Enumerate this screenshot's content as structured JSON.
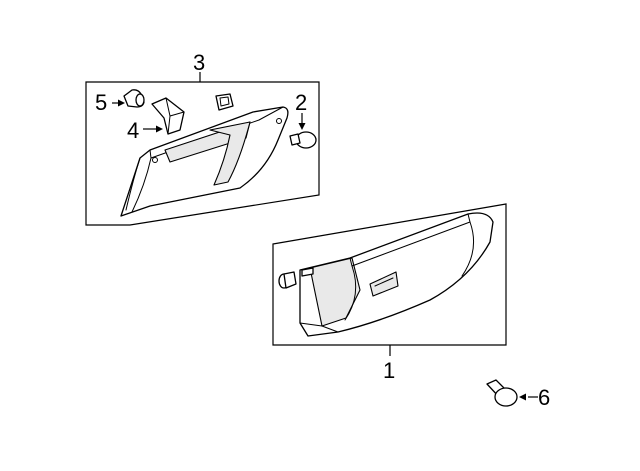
{
  "callouts": {
    "c1": "1",
    "c2": "2",
    "c3": "3",
    "c4": "4",
    "c5": "5",
    "c6": "6"
  },
  "colors": {
    "line": "#000000",
    "shade": "#e9e9e9",
    "background": "#ffffff"
  }
}
